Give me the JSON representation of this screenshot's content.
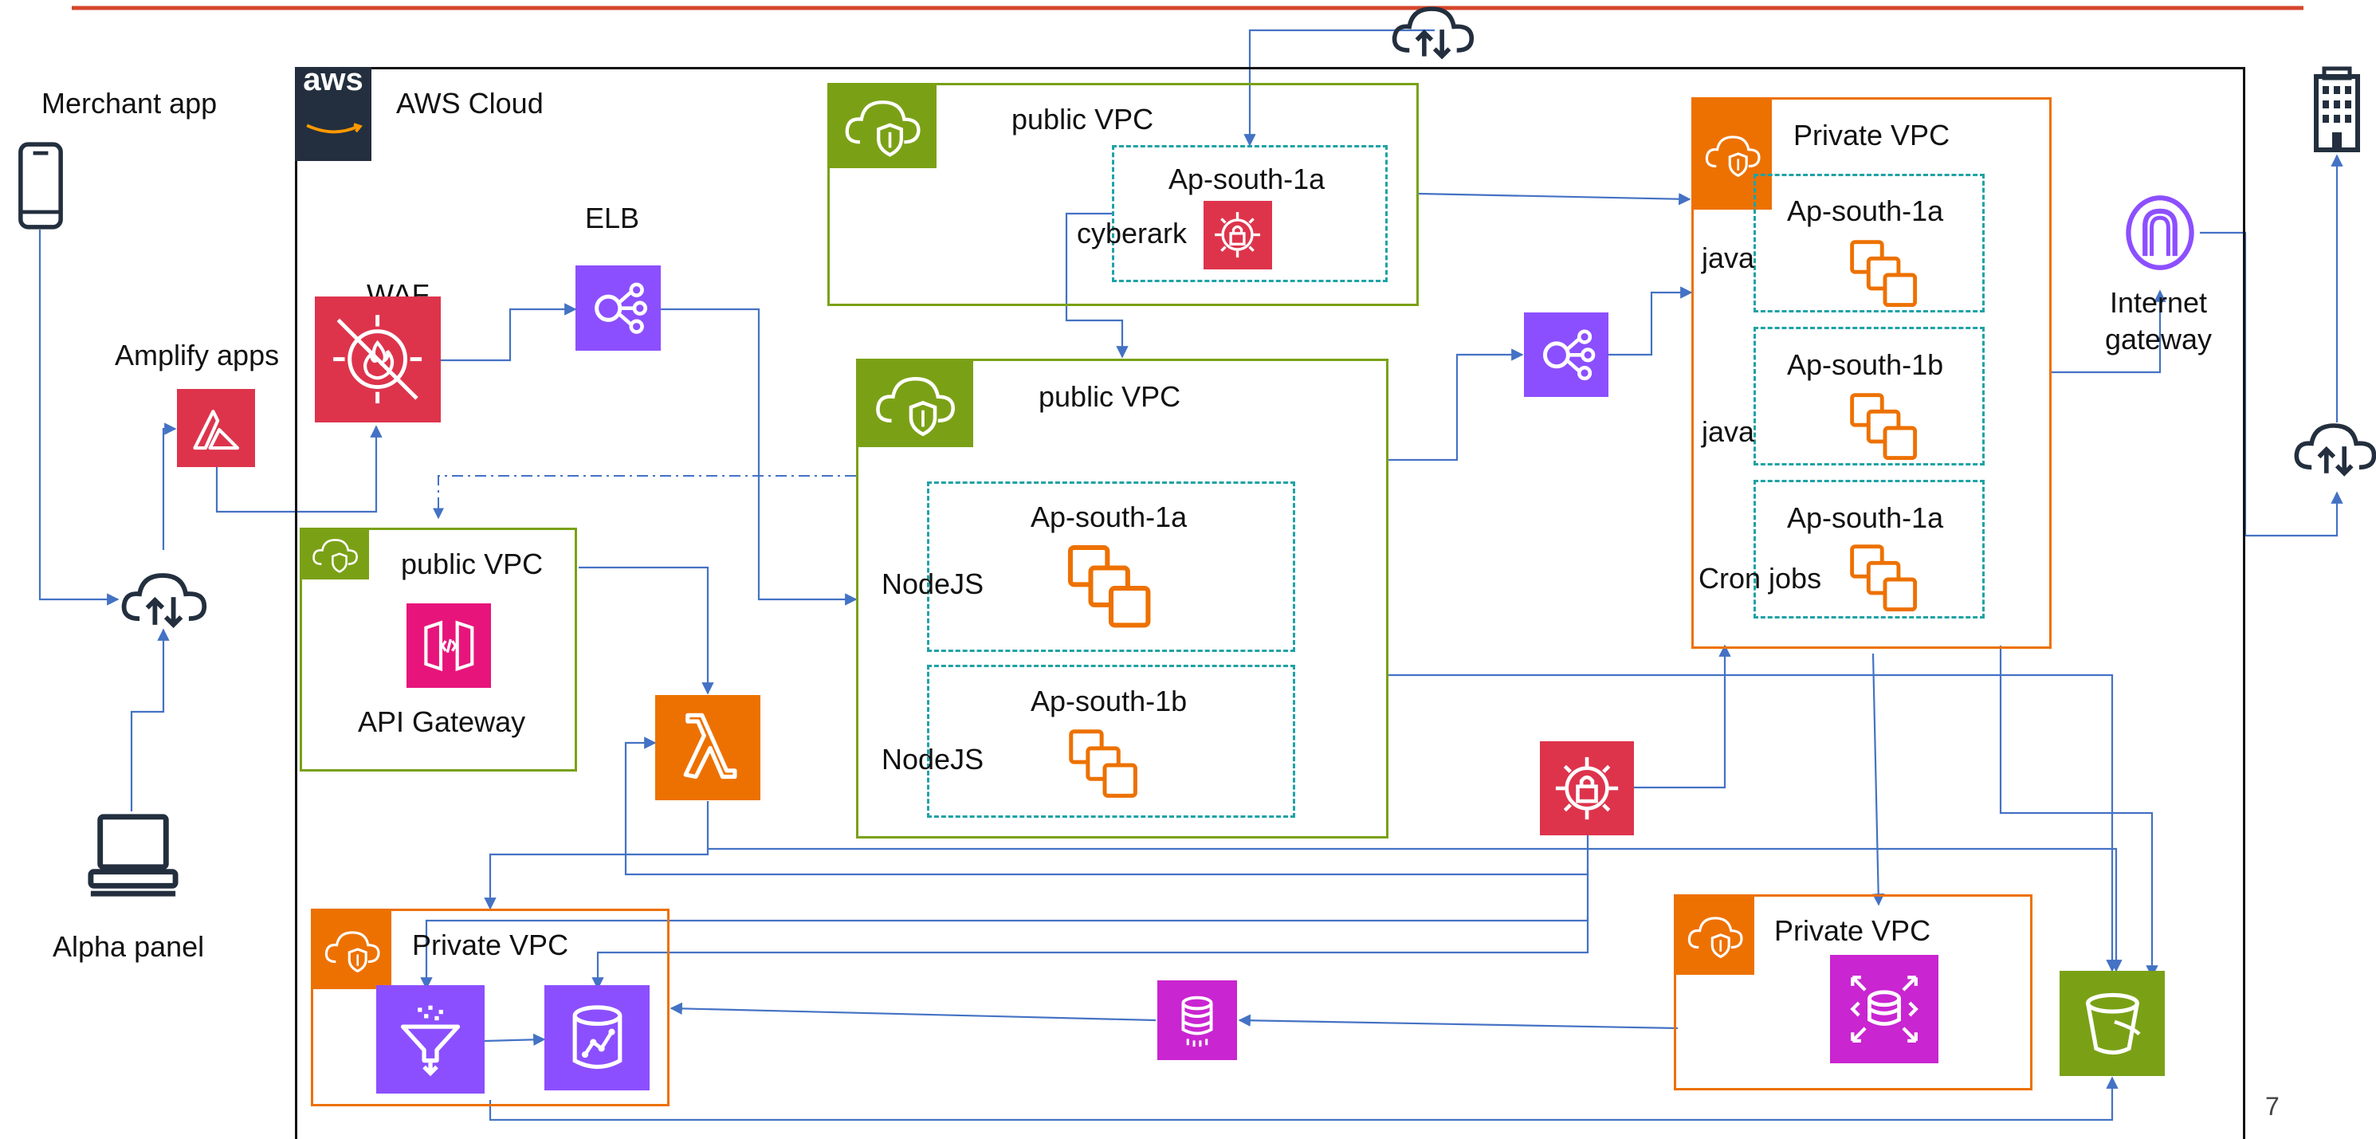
{
  "colors": {
    "top_rule": "#d5452b",
    "frame": "#111111",
    "connector": "#4472c4",
    "public_vpc": "#7aa116",
    "private_vpc": "#ed7100",
    "availability_zone": "#1fa2a6",
    "security": "#dd344c",
    "networking": "#8c4fff",
    "compute": "#ed7100",
    "storage": "#7aa116",
    "database": "#c925d1",
    "api_gateway": "#e7157b",
    "aws_badge": "#232f3e"
  },
  "aws_cloud": {
    "label": "AWS Cloud",
    "logo_text": "aws"
  },
  "clients": {
    "merchant_app": "Merchant app",
    "amplify_apps": "Amplify apps",
    "alpha_panel": "Alpha panel"
  },
  "edge": {
    "waf": "WAF",
    "elb": "ELB"
  },
  "vpcs": {
    "bastion_vpc": {
      "title": "public VPC",
      "az": "Ap-south-1a",
      "service": "cyberark"
    },
    "app_vpc": {
      "title": "public VPC",
      "zones": [
        {
          "az": "Ap-south-1a",
          "service": "NodeJS"
        },
        {
          "az": "Ap-south-1b",
          "service": "NodeJS"
        }
      ]
    },
    "api_vpc": {
      "title": "public VPC",
      "service": "API Gateway"
    },
    "backend_vpc": {
      "title": "Private VPC",
      "zones": [
        {
          "az": "Ap-south-1a",
          "service": "java"
        },
        {
          "az": "Ap-south-1b",
          "service": "java"
        },
        {
          "az": "Ap-south-1a",
          "service": "Cron jobs"
        }
      ]
    },
    "analytics_vpc": {
      "title": "Private VPC"
    },
    "database_vpc": {
      "title": "Private VPC"
    }
  },
  "internet_gateway": {
    "line1": "Internet",
    "line2": "gateway"
  },
  "page_number": "7",
  "icons": [
    "aws-logo",
    "mobile-phone-icon",
    "laptop-icon",
    "internet-cloud-icon",
    "amplify-icon",
    "waf-icon",
    "elb-icon",
    "api-gateway-icon",
    "lambda-icon",
    "secrets-manager-icon",
    "ec2-instances-icon",
    "vpc-shield-icon",
    "internet-gateway-icon",
    "office-building-icon",
    "s3-bucket-icon",
    "rds-icon",
    "kinesis-firehose-icon",
    "redshift-icon",
    "database-cache-icon"
  ]
}
